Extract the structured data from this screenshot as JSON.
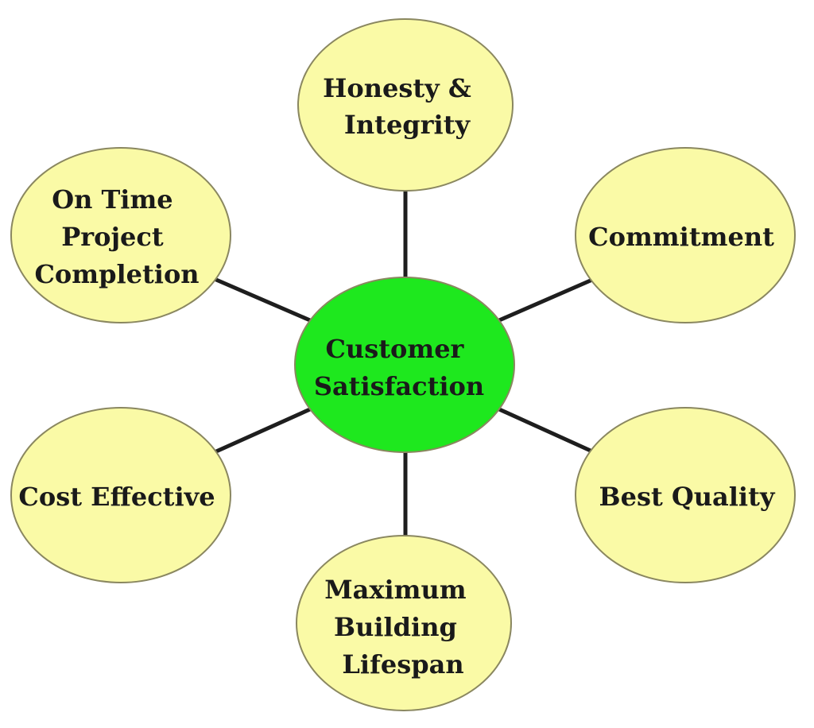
{
  "colors": {
    "center_fill": "#1ee81e",
    "outer_fill": "#fafaa6",
    "line": "#1e1e1e",
    "text": "#1a1a1a"
  },
  "center": {
    "lines": [
      "Customer",
      "Satisfaction"
    ]
  },
  "nodes": [
    {
      "id": "honesty",
      "lines": [
        "Honesty &",
        "Integrity"
      ]
    },
    {
      "id": "commitment",
      "lines": [
        "Commitment"
      ]
    },
    {
      "id": "best-quality",
      "lines": [
        "Best Quality"
      ]
    },
    {
      "id": "maximum-building-lifespan",
      "lines": [
        "Maximum",
        "Building",
        "Lifespan"
      ]
    },
    {
      "id": "cost-effective",
      "lines": [
        "Cost Effective"
      ]
    },
    {
      "id": "on-time-project-completion",
      "lines": [
        "On Time",
        "Project",
        "Completion"
      ]
    }
  ]
}
